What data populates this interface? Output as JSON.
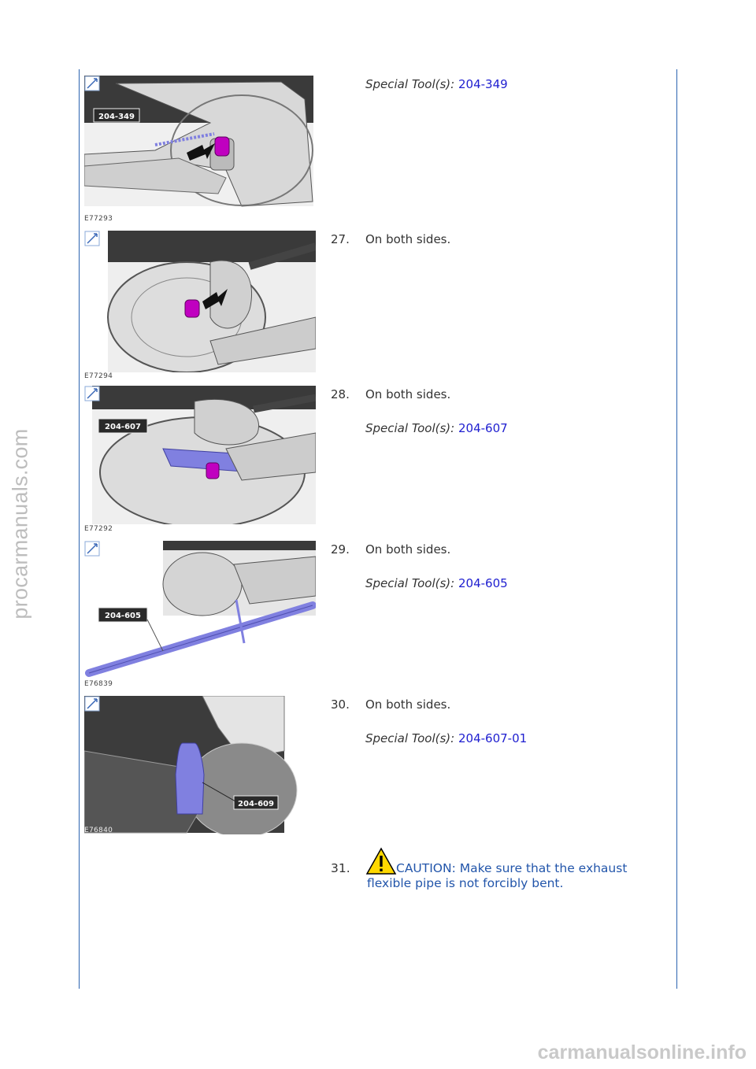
{
  "figures": [
    {
      "code": "E77293",
      "tool_tag": "204-349"
    },
    {
      "code": "E77294",
      "tool_tag": ""
    },
    {
      "code": "E77292",
      "tool_tag": "204-607"
    },
    {
      "code": "E76839",
      "tool_tag": "204-605"
    },
    {
      "code": "E76840",
      "tool_tag": "204-609"
    }
  ],
  "steps": [
    {
      "number": "",
      "text": "",
      "tool_label": "Special Tool(s):",
      "tool": "204-349"
    },
    {
      "number": "27.",
      "text": "On both sides.",
      "tool_label": "",
      "tool": ""
    },
    {
      "number": "28.",
      "text": "On both sides.",
      "tool_label": "Special Tool(s):",
      "tool": "204-607"
    },
    {
      "number": "29.",
      "text": "On both sides.",
      "tool_label": "Special Tool(s):",
      "tool": "204-605"
    },
    {
      "number": "30.",
      "text": "On both sides.",
      "tool_label": "Special Tool(s):",
      "tool": "204-607-01"
    }
  ],
  "caution": {
    "number": "31.",
    "line1": "CAUTION: Make sure that the exhaust",
    "line2": "flexible pipe is not forcibly bent."
  },
  "watermarks": {
    "side": "procarmanuals.com",
    "bottom": "carmanualsonline.info"
  },
  "colors": {
    "rule": "#2a63b0",
    "tool_link": "#2020d0",
    "caution_text": "#2255aa",
    "highlight": "#c000c0",
    "tool_blue": "#8080e0"
  },
  "icons": [
    "zoom-icon",
    "warning-triangle-icon"
  ]
}
